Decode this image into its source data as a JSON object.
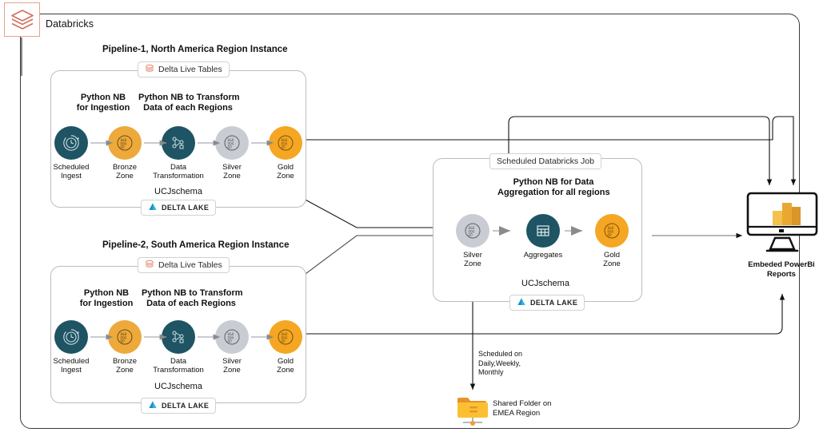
{
  "platform": {
    "name": "Databricks",
    "logo_icon": "databricks-layers-icon",
    "accent": "#e8705a"
  },
  "pipelines": [
    {
      "title": "Pipeline-1, North America Region Instance",
      "framework_badge": {
        "label": "Delta Live Tables",
        "icon": "delta-live-tables-icon"
      },
      "storage_badge": {
        "label": "DELTA LAKE",
        "icon": "delta-lake-icon"
      },
      "schema_label": "UCJschema",
      "notebook_labels": [
        "Python NB\nfor Ingestion",
        "Python NB to Transform\nData of each Regions"
      ],
      "nodes": [
        {
          "label": "Scheduled\nIngest",
          "icon": "scheduled-ingest-icon",
          "color": "#1e5464"
        },
        {
          "label": "Bronze\nZone",
          "icon": "bronze-zone-icon",
          "color": "#eda93b"
        },
        {
          "label": "Data\nTransformation",
          "icon": "data-transformation-icon",
          "color": "#1e5464"
        },
        {
          "label": "Silver\nZone",
          "icon": "silver-zone-icon",
          "color": "#c9ccd2"
        },
        {
          "label": "Gold\nZone",
          "icon": "gold-zone-icon",
          "color": "#f5a623"
        }
      ]
    },
    {
      "title": "Pipeline-2, South America Region Instance",
      "framework_badge": {
        "label": "Delta Live Tables",
        "icon": "delta-live-tables-icon"
      },
      "storage_badge": {
        "label": "DELTA LAKE",
        "icon": "delta-lake-icon"
      },
      "schema_label": "UCJschema",
      "notebook_labels": [
        "Python NB\nfor Ingestion",
        "Python NB to Transform\nData of each Regions"
      ],
      "nodes": [
        {
          "label": "Scheduled\nIngest",
          "icon": "scheduled-ingest-icon",
          "color": "#1e5464"
        },
        {
          "label": "Bronze\nZone",
          "icon": "bronze-zone-icon",
          "color": "#eda93b"
        },
        {
          "label": "Data\nTransformation",
          "icon": "data-transformation-icon",
          "color": "#1e5464"
        },
        {
          "label": "Silver\nZone",
          "icon": "silver-zone-icon",
          "color": "#c9ccd2"
        },
        {
          "label": "Gold\nZone",
          "icon": "gold-zone-icon",
          "color": "#f5a623"
        }
      ]
    }
  ],
  "job": {
    "title_badge": "Scheduled Databricks Job",
    "notebook_label": "Python NB for Data\nAggregation for all regions",
    "schema_label": "UCJschema",
    "storage_badge": {
      "label": "DELTA LAKE",
      "icon": "delta-lake-icon"
    },
    "nodes": [
      {
        "label": "Silver\nZone",
        "icon": "silver-zone-icon",
        "color": "#c9ccd2"
      },
      {
        "label": "Aggregates",
        "icon": "aggregates-table-icon",
        "color": "#1e5464"
      },
      {
        "label": "Gold\nZone",
        "icon": "gold-zone-icon",
        "color": "#f5a623"
      }
    ]
  },
  "outputs": {
    "powerbi": {
      "label": "Embeded PowerBi\nReports",
      "icon": "powerbi-monitor-icon"
    },
    "shared_folder": {
      "label": "Shared Folder on\nEMEA Region",
      "icon": "shared-folder-icon"
    },
    "schedule_note": "Scheduled on\nDaily,Weekly,\nMonthly"
  },
  "pipeline1_titles": {
    "title": "Pipeline-1, North America Region Instance",
    "nb1": "Python NB",
    "nb1b": "for Ingestion",
    "nb2": "Python NB to Transform",
    "nb2b": "Data of each Regions",
    "schema": "UCJschema",
    "dlt": "Delta Live Tables",
    "dl": "DELTA LAKE"
  },
  "pipeline2_titles": {
    "title": "Pipeline-2, South America Region Instance",
    "nb1": "Python NB",
    "nb1b": "for Ingestion",
    "nb2": "Python NB to Transform",
    "nb2b": "Data of each Regions",
    "schema": "UCJschema",
    "dlt": "Delta Live Tables",
    "dl": "DELTA LAKE"
  },
  "job_titles": {
    "badge": "Scheduled Databricks Job",
    "nb1": "Python NB for Data",
    "nb2": "Aggregation for all regions",
    "schema": "UCJschema",
    "dl": "DELTA LAKE"
  },
  "notes": {
    "sched1": "Scheduled on",
    "sched2": "Daily,Weekly,",
    "sched3": "Monthly",
    "pbi1": "Embeded PowerBi",
    "pbi2": "Reports",
    "folder1": "Shared Folder on",
    "folder2": "EMEA Region"
  }
}
